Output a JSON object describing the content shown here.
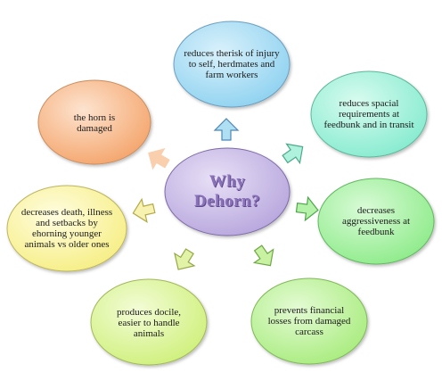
{
  "center": {
    "title": "Why Dehorn?",
    "fill": "#cbbbe6"
  },
  "nodes": [
    {
      "id": "injury",
      "text": "reduces therisk of injury to self, herdmates and farm workers",
      "fill": "#a9dcf3",
      "arrow": "#aedff3"
    },
    {
      "id": "spacial",
      "text": "reduces spacial requirements at feedbunk and in transit",
      "fill": "#a9f0dc",
      "arrow": "#aef2de"
    },
    {
      "id": "aggressive",
      "text": "decreases aggressiveness at feedbunk",
      "fill": "#acf2ab",
      "arrow": "#b3f2a8"
    },
    {
      "id": "financial",
      "text": "prevents financial losses from damaged carcass",
      "fill": "#c2f3a4",
      "arrow": "#c8f2a2"
    },
    {
      "id": "docile",
      "text": "produces docile, easier to handle animals",
      "fill": "#e0f6a6",
      "arrow": "#e2f3a8"
    },
    {
      "id": "death",
      "text": "decreases death, illness and setbacks by ehorning younger animals vs older ones",
      "fill": "#fbf7a6",
      "arrow": "#f7f2b0"
    },
    {
      "id": "horn",
      "text": "the horn is damaged",
      "fill": "#f8c095",
      "arrow": "#f9cfae"
    }
  ]
}
